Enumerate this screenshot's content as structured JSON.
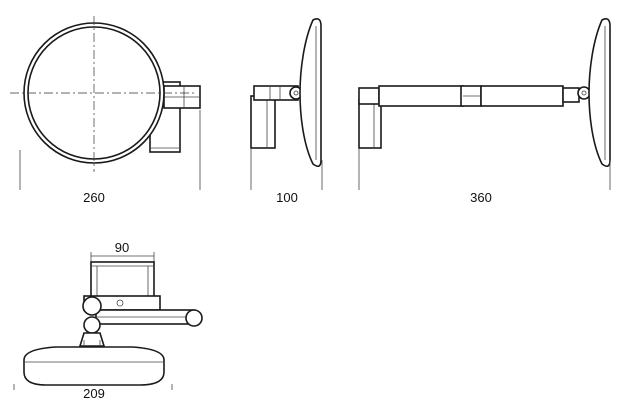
{
  "dimensions": {
    "front_width": "260",
    "side_depth": "100",
    "extended_length": "360",
    "mount_width": "90",
    "bottom_diameter": "209"
  }
}
